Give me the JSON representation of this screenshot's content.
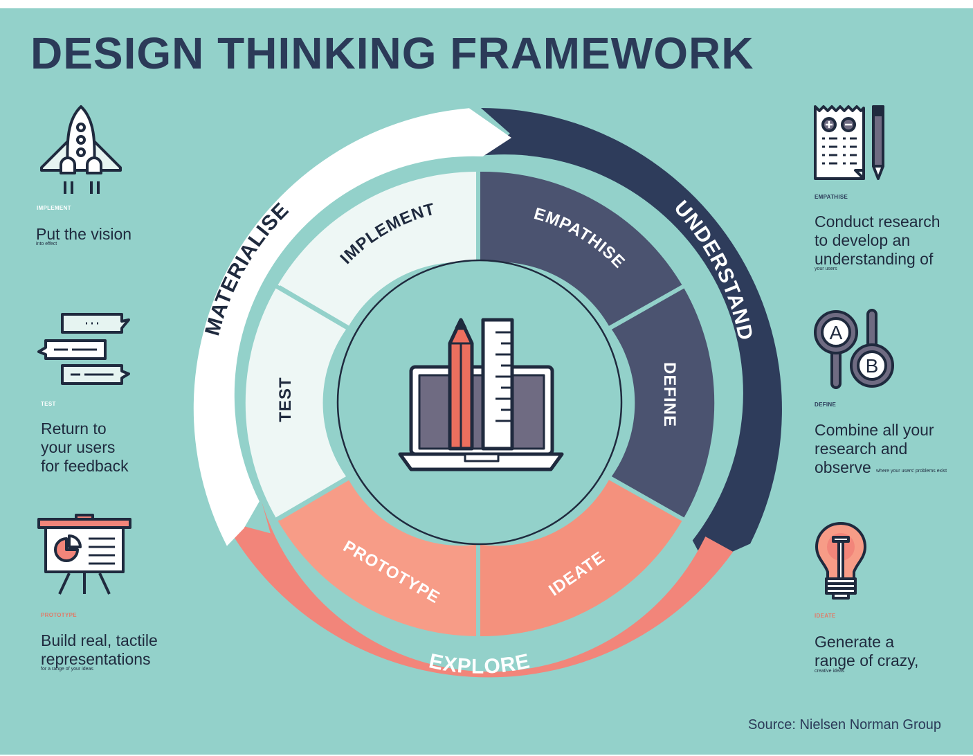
{
  "title": "DESIGN THINKING FRAMEWORK",
  "source": "Source: Nielsen Norman Group",
  "outer_ring": {
    "materialise": "MATERIALISE",
    "understand": "UNDERSTAND",
    "explore": "EXPLORE"
  },
  "inner_ring": {
    "implement": "IMPLEMENT",
    "empathise": "EMPATHISE",
    "define": "DEFINE",
    "ideate": "IDEATE",
    "prototype": "PROTOTYPE",
    "test": "TEST"
  },
  "left_panels": [
    {
      "icon": "rocket-icon",
      "label": "IMPLEMENT",
      "text": "Put the vision",
      "small": "into effect"
    },
    {
      "icon": "chat-bubbles-icon",
      "label": "TEST",
      "text": "Return to\nyour users\nfor feedback",
      "small": ""
    },
    {
      "icon": "presentation-board-icon",
      "label": "PROTOTYPE",
      "text": "Build real, tactile\nrepresentations",
      "small": "for a range of your ideas"
    }
  ],
  "right_panels": [
    {
      "icon": "checklist-pencil-icon",
      "label": "EMPATHISE",
      "text": "Conduct research\nto develop an\nunderstanding of",
      "small": "your users"
    },
    {
      "icon": "ab-testing-icon",
      "label": "DEFINE",
      "text": "Combine all your\nresearch and\nobserve",
      "small": "where your users' problems exist"
    },
    {
      "icon": "lightbulb-icon",
      "label": "IDEATE",
      "text": "Generate a\nrange of crazy,",
      "small": "creative ideas"
    }
  ],
  "center_icon": "laptop-pencil-ruler-icon",
  "colors": {
    "background": "#93d1ca",
    "navy": "#2b3a58",
    "slate": "#4a5270",
    "coral": "#f4887a",
    "light_coral": "#f79c87",
    "pale": "#eff8f6",
    "white": "#ffffff"
  }
}
